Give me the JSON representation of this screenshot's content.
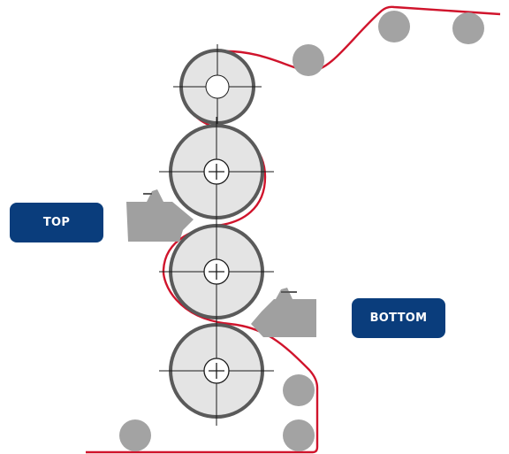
{
  "labels": {
    "top": "TOP",
    "bottom": "BOTTOM"
  },
  "colors": {
    "web": "#d0142c",
    "roll_fill": "#e4e4e4",
    "roll_edge": "#5a5a5a",
    "idler": "#a3a3a3",
    "coater": "#a0a0a0",
    "crosshair": "#1a1a1a",
    "label_bg": "#0a3d7c",
    "label_text": "#ffffff"
  },
  "icons": {
    "small_roll": "roll-with-circle-center",
    "large_roll": "roll-with-plus-center",
    "idler": "idler-roll",
    "coater": "coating-head"
  }
}
